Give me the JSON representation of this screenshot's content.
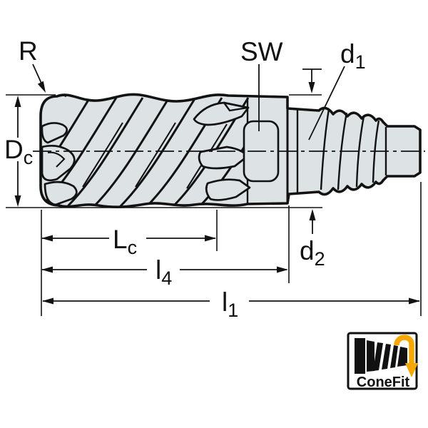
{
  "drawing": {
    "labels": {
      "radius": {
        "main": "R",
        "sub": ""
      },
      "wrench_flat": {
        "main": "SW",
        "sub": ""
      },
      "d1": {
        "main": "d",
        "sub": "1"
      },
      "dc": {
        "main": "D",
        "sub": "c"
      },
      "lc": {
        "main": "L",
        "sub": "c"
      },
      "l4": {
        "main": "l",
        "sub": "4"
      },
      "l1": {
        "main": "l",
        "sub": "1"
      },
      "d2": {
        "main": "d",
        "sub": "2"
      }
    },
    "colors": {
      "tool_fill": "#dde2e4",
      "outline": "#121212",
      "dimension": "#121212",
      "logo_arrow": "#F6A800",
      "background": "#ffffff"
    }
  },
  "logo": {
    "label": "ConeFit"
  }
}
